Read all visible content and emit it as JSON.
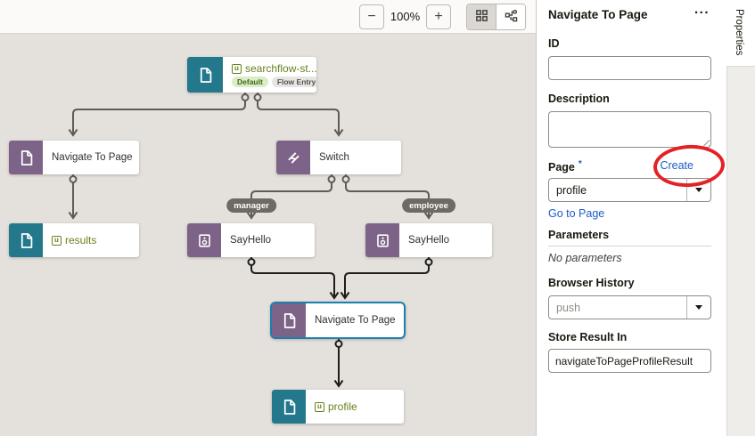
{
  "toolbar": {
    "zoom_out_label": "−",
    "zoom_level": "100%",
    "zoom_in_label": "+"
  },
  "canvas": {
    "marker_glyph": "u",
    "start_node": {
      "label": "searchflow-st...",
      "badge_default": "Default",
      "badge_flow_entry": "Flow Entry"
    },
    "nav_left": {
      "label": "Navigate To Page"
    },
    "switch_node": {
      "label": "Switch"
    },
    "results_node": {
      "label": "results"
    },
    "sayhello_left": {
      "label": "SayHello"
    },
    "sayhello_right": {
      "label": "SayHello"
    },
    "nav_selected": {
      "label": "Navigate To Page"
    },
    "profile_node": {
      "label": "profile"
    },
    "edge_labels": {
      "manager": "manager",
      "employee": "employee"
    }
  },
  "panel": {
    "tab_label": "Properties",
    "title": "Navigate To Page",
    "menu_label": "...",
    "id_label": "ID",
    "id_value": "",
    "description_label": "Description",
    "page_label": "Page",
    "required_marker": "*",
    "create_link": "Create",
    "page_value": "profile",
    "go_to_page_link": "Go to Page",
    "parameters_heading": "Parameters",
    "no_parameters_text": "No parameters",
    "browser_history_label": "Browser History",
    "browser_history_value": "push",
    "store_result_label": "Store Result In",
    "store_result_value": "navigateToPageProfileResult"
  },
  "colors": {
    "teal_node": "#23788c",
    "purple_node": "#7d6387",
    "selected_border": "#1b7fab",
    "link_blue": "#1a5cc8",
    "annotation_red": "#e32227",
    "flow_green": "#67801c",
    "canvas_bg": "#e4e1dc",
    "edge_gray": "#5f5b56",
    "edge_black": "#1f1d1a"
  }
}
